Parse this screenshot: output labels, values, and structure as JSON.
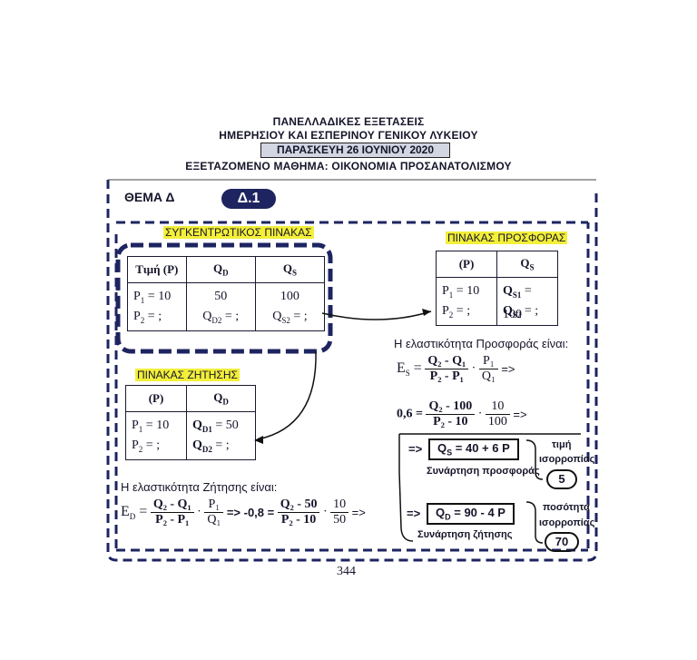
{
  "header": {
    "line1": "ΠΑΝΕΛΛΑΔΙΚΕΣ ΕΞΕΤΑΣΕΙΣ",
    "line2": "ΗΜΕΡΗΣΙΟΥ ΚΑΙ ΕΣΠΕΡΙΝΟΥ ΓΕΝΙΚΟΥ ΛΥΚΕΙΟΥ",
    "date": "ΠΑΡΑΣΚΕΥΗ 26 ΙΟΥΝΙΟΥ 2020",
    "subject": "ΕΞΕΤΑΖΟΜΕΝΟ ΜΑΘΗΜΑ: ΟΙΚΟΝΟΜΙΑ ΠΡΟΣΑΝΑΤΟΛΙΣΜΟΥ"
  },
  "topic": "ΘΕΜΑ Δ",
  "question": "Δ.1",
  "summary_table": {
    "title": "ΣΥΓΚΕΝΤΡΩΤΙΚΟΣ ΠΙΝΑΚΑΣ",
    "headers": [
      "Τιμή (P)",
      "Q",
      "D",
      "Q",
      "S"
    ],
    "p1": "P",
    "p1_sub": "1",
    "p1_val": "= 10",
    "p2": "P",
    "p2_sub": "2",
    "p2_val": "= ;",
    "qd1": "50",
    "qd2": "Q",
    "qd2_sub": "D2",
    "qd2_val": "= ;",
    "qs1": "100",
    "qs2": "Q",
    "qs2_sub": "S2",
    "qs2_val": "= ;"
  },
  "supply_table": {
    "title": "ΠΙΝΑΚΑΣ ΠΡΟΣΦΟΡΑΣ",
    "headers": [
      "(P)",
      "Q",
      "S"
    ],
    "p1_val": "= 10",
    "p2_val": "= ;",
    "q1": "Q",
    "q1_sub": "S1",
    "q1_val": "= 100",
    "q2": "Q",
    "q2_sub": "S2",
    "q2_val": "= ;"
  },
  "demand_table": {
    "title": "ΠΙΝΑΚΑΣ ΖΗΤΗΣΗΣ",
    "headers": [
      "(P)",
      "Q",
      "D"
    ],
    "p1_val": "= 10",
    "p2_val": "= ;",
    "q1": "Q",
    "q1_sub": "D1",
    "q1_val": "= 50",
    "q2": "Q",
    "q2_sub": "D2",
    "q2_val": "= ;"
  },
  "supply_elasticity": {
    "intro": "Η ελαστικότητα Προσφοράς είναι:",
    "lhs": "E",
    "lhs_sub": "S",
    "f1_num": "Q₂ - Q₁",
    "f1_den": "P₂ - P₁",
    "f2_num": "P₁",
    "f2_den": "Q₁",
    "arrow": "=>",
    "lhs2": "0,6 =",
    "g1_num": "Q₂ - 100",
    "g1_den": "P₂ - 10",
    "g2_num": "10",
    "g2_den": "100",
    "arrow2": "=>"
  },
  "demand_elasticity": {
    "intro": "Η ελαστικότητα Ζήτησης είναι:",
    "lhs": "E",
    "lhs_sub": "D",
    "f1_num": "Q₂ - Q₁",
    "f1_den": "P₂ - P₁",
    "f2_num": "P₁",
    "f2_den": "Q₁",
    "mid": "=> -0,8 =",
    "g1_num": "Q₂ - 50",
    "g1_den": "P₂ - 10",
    "g2_num": "10",
    "g2_den": "50",
    "arrow": "=>"
  },
  "results": {
    "supply_prefix": "=>",
    "supply_eq": "Q",
    "supply_eq_sub": "S",
    "supply_eq_rest": "= 40 + 6 P",
    "supply_caption": "Συνάρτηση προσφοράς",
    "demand_prefix": "=>",
    "demand_eq": "Q",
    "demand_eq_sub": "D",
    "demand_eq_rest": "= 90 - 4 P",
    "demand_caption": "Συνάρτηση ζήτησης",
    "price_label_1": "τιμή",
    "price_label_2": "ισορροπίας",
    "price_value": "5",
    "qty_label_1": "ποσότητα",
    "qty_label_2": "ισορροπίας",
    "qty_value": "70"
  },
  "page_number": "344",
  "colors": {
    "navy": "#1e2460",
    "highlight": "#f3ef3a",
    "date_bg": "#d2d5e2"
  }
}
